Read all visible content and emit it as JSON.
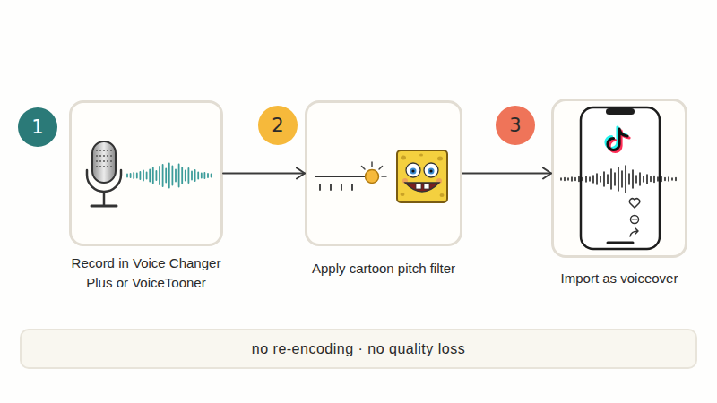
{
  "diagram": {
    "nodes": [
      {
        "text": [
          "1"
        ]
      },
      {
        "text": [
          "Record in Voice Changer Plus or VoiceTooner"
        ]
      },
      {
        "text": [
          "2"
        ]
      },
      {
        "text": [
          "Apply cartoon pitch filter"
        ]
      },
      {
        "text": [
          "3"
        ]
      },
      {
        "text": [
          "Import as voiceover"
        ]
      },
      {
        "text": [
          "no re-encoding · no quality loss"
        ]
      }
    ],
    "edges": [
      {
        "from": 1,
        "to": 3,
        "arrow": "to"
      },
      {
        "from": 3,
        "to": 5,
        "arrow": "to"
      }
    ]
  }
}
